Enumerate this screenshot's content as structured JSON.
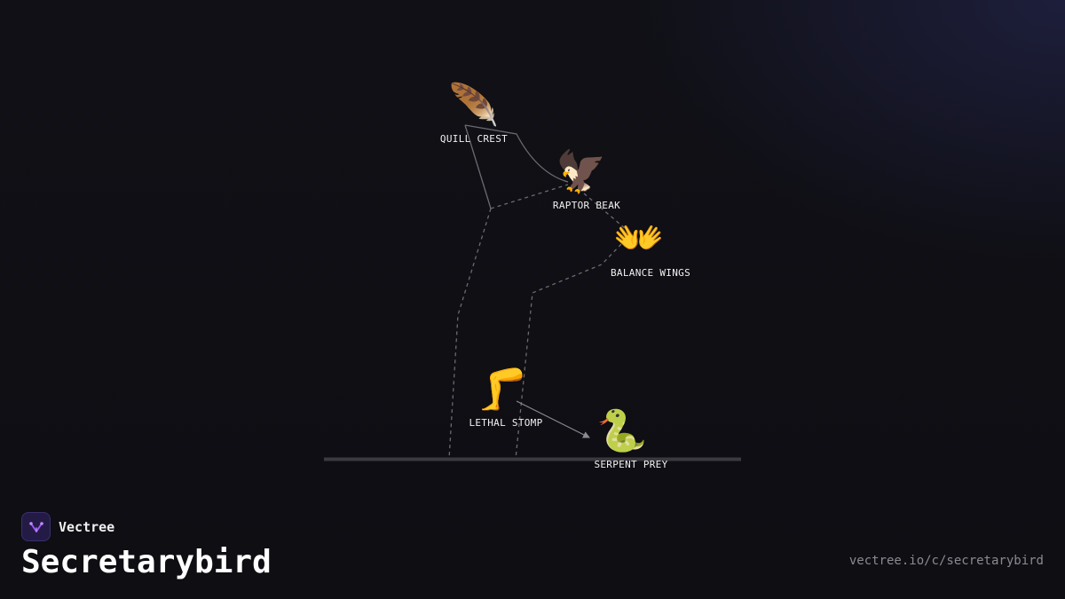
{
  "brand": {
    "name": "Vectree",
    "logo_icon": "vectree-logo-icon",
    "accent_color": "#a259ff"
  },
  "title": "Secretarybird",
  "url": "vectree.io/c/secretarybird",
  "diagram": {
    "nodes": [
      {
        "id": "quill-crest",
        "label": "QUILL CREST",
        "emoji": "🪶",
        "icon": "feather-icon"
      },
      {
        "id": "raptor-beak",
        "label": "RAPTOR BEAK",
        "emoji": "🦅",
        "icon": "eagle-icon"
      },
      {
        "id": "balance-wings",
        "label": "BALANCE WINGS",
        "emoji": "👐",
        "icon": "open-hands-icon"
      },
      {
        "id": "lethal-stomp",
        "label": "LETHAL STOMP",
        "emoji": "🦵",
        "icon": "leg-icon"
      },
      {
        "id": "serpent-prey",
        "label": "SERPENT PREY",
        "emoji": "🐍",
        "icon": "snake-icon"
      }
    ],
    "colors": {
      "line": "#6a6a72",
      "ground": "#3a3a40",
      "label": "#f2f2f2"
    }
  }
}
